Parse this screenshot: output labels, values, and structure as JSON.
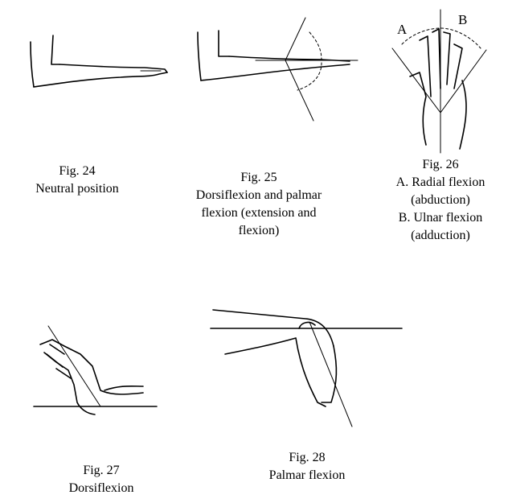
{
  "figures": [
    {
      "number": "Fig. 24",
      "caption": [
        "Neutral position"
      ]
    },
    {
      "number": "Fig. 25",
      "caption": [
        "Dorsiflexion and palmar",
        "flexion (extension and",
        "flexion)"
      ]
    },
    {
      "number": "Fig. 26",
      "caption": [
        "A. Radial flexion",
        "(abduction)",
        "B. Ulnar flexion",
        "(adduction)"
      ],
      "labels": [
        "A",
        "B"
      ]
    },
    {
      "number": "Fig. 27",
      "caption": [
        "Dorsiflexion"
      ]
    },
    {
      "number": "Fig. 28",
      "caption": [
        "Palmar flexion"
      ]
    }
  ]
}
